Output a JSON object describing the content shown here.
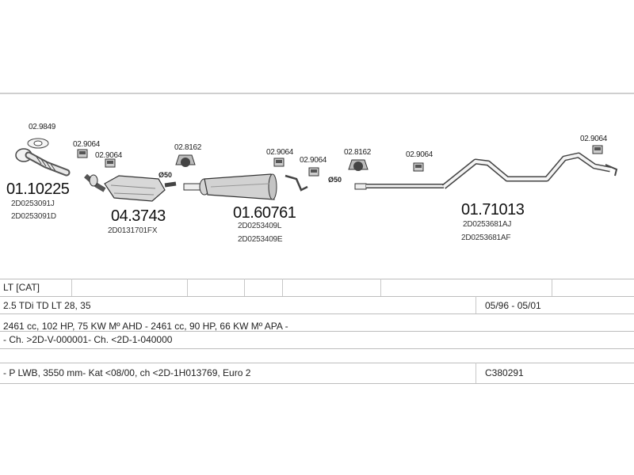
{
  "diagram": {
    "parts": [
      {
        "number": "01.10225",
        "codes": [
          "2D0253091J",
          "2D0253091D"
        ]
      },
      {
        "number": "04.3743",
        "codes": [
          "2D0131701FX"
        ]
      },
      {
        "number": "01.60761",
        "codes": [
          "2D0253409L",
          "2D0253409E"
        ]
      },
      {
        "number": "01.71013",
        "codes": [
          "2D0253681AJ",
          "2D0253681AF"
        ]
      }
    ],
    "small_parts": [
      "02.9849",
      "02.9064",
      "02.9064",
      "02.8162",
      "02.9064",
      "02.9064",
      "02.8162",
      "02.9064",
      "02.9064"
    ],
    "diameters": [
      "Ø50",
      "Ø50"
    ]
  },
  "table": {
    "rows": [
      {
        "col1": "LT  [CAT]",
        "col2": ""
      },
      {
        "col1": "2.5 TDi TD LT 28, 35",
        "col2": "05/96 - 05/01"
      },
      {
        "col1": "2461 cc, 102 HP, 75 KW Mº AHD - 2461 cc, 90 HP, 66 KW Mº APA -",
        "col2": ""
      },
      {
        "col1": "- Ch. >2D-V-000001- Ch. <2D-1-040000",
        "col2": ""
      },
      {
        "col1": "- P LWB, 3550 mm- Kat <08/00, ch <2D-1H013769, Euro 2",
        "col2": "C380291"
      }
    ]
  }
}
